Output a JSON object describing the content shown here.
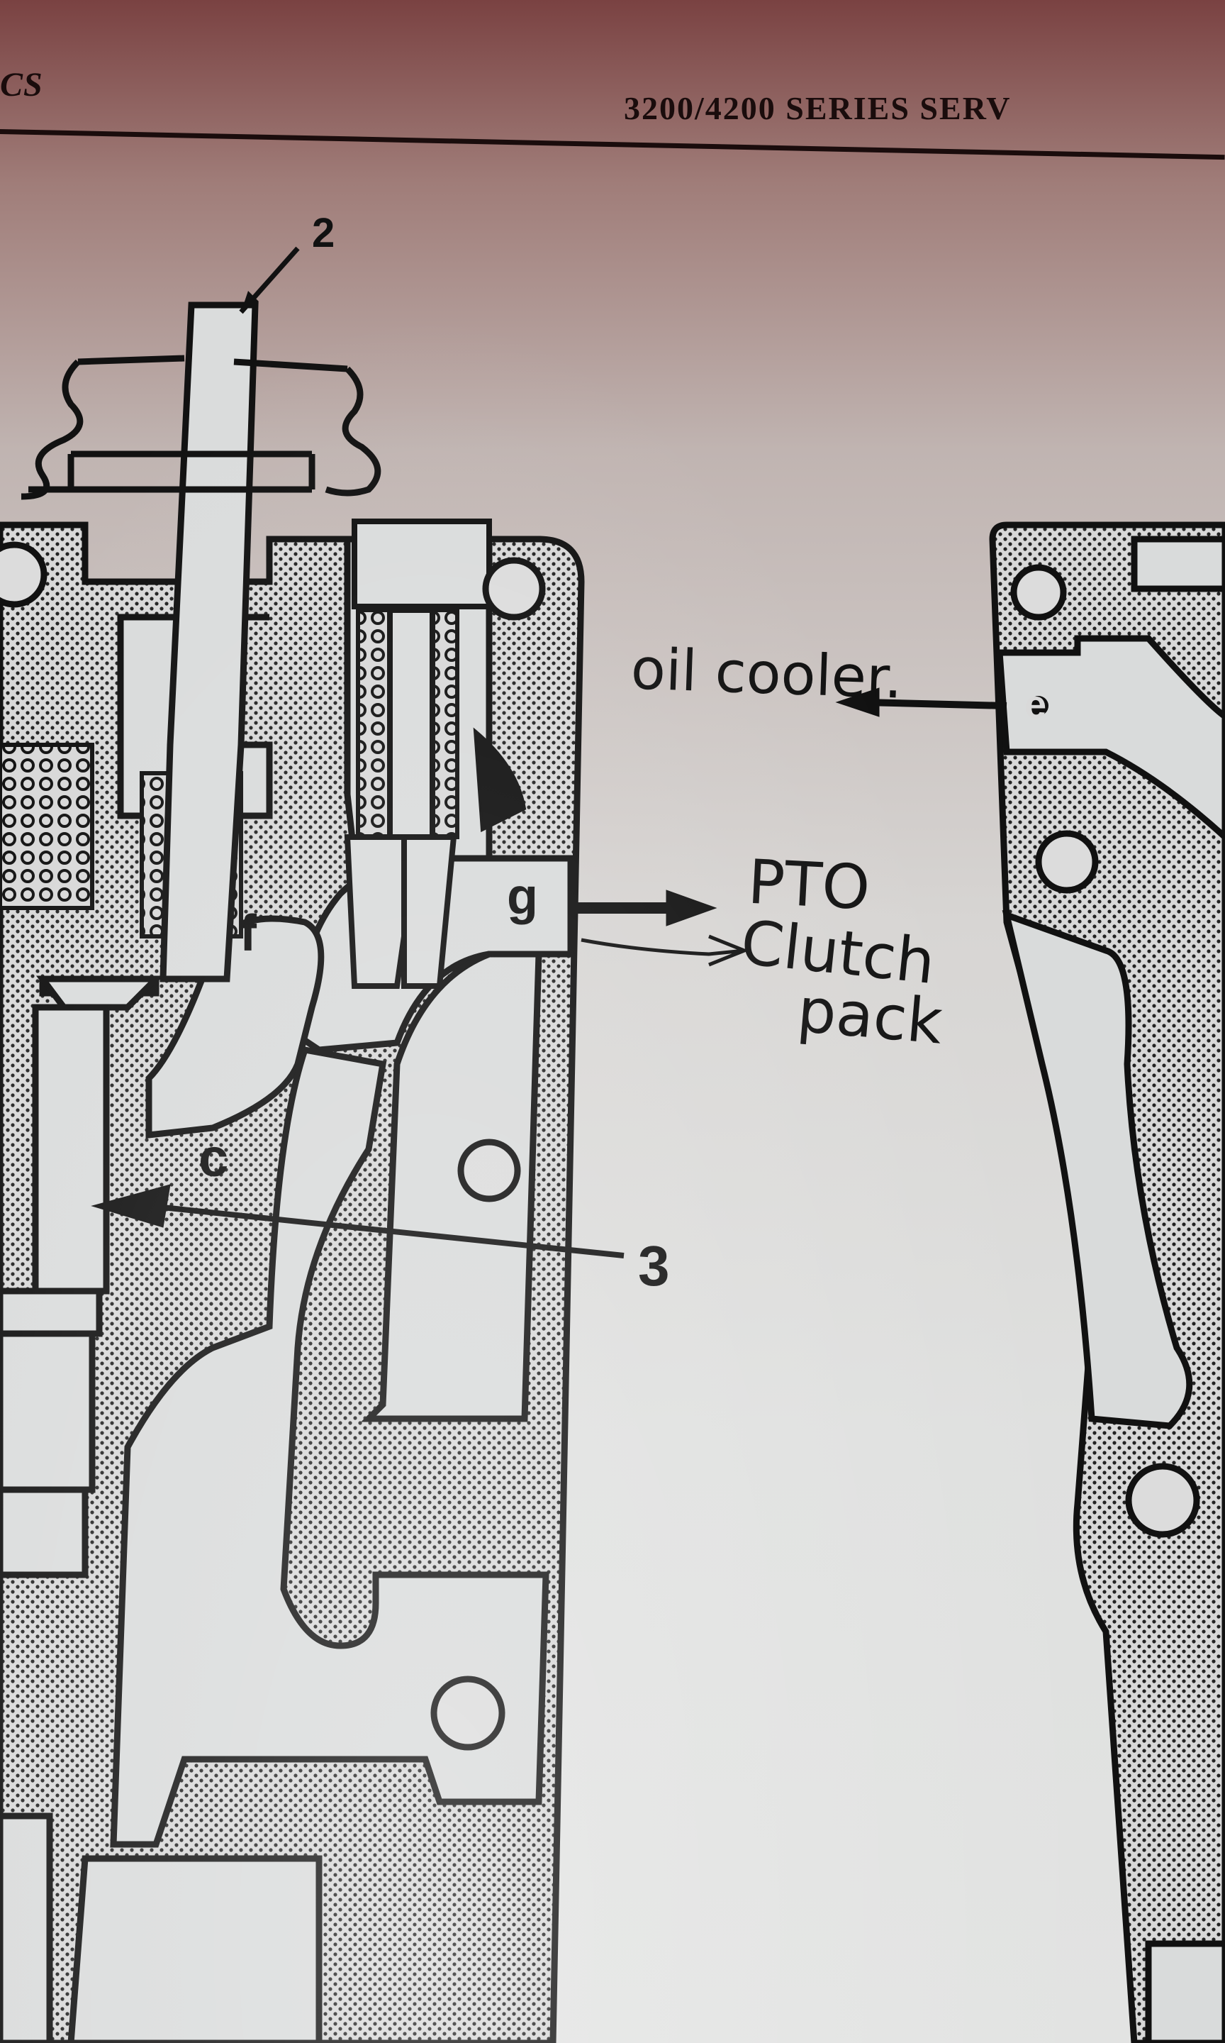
{
  "header": {
    "left_text": "CS",
    "right_text": "3200/4200 SERIES SERV"
  },
  "callouts": {
    "num_2": "2",
    "num_3": "3",
    "letter_c": "c",
    "letter_f": "f",
    "letter_g": "g",
    "letter_e": "e"
  },
  "handwritten": {
    "oil_cooler": "oil cooler.",
    "pto": "PTO",
    "clutch": "Clutch",
    "pack": "pack"
  },
  "colors": {
    "ink": "#111111",
    "paper": "#dcdcdc",
    "header_bg": "#7a4242"
  }
}
